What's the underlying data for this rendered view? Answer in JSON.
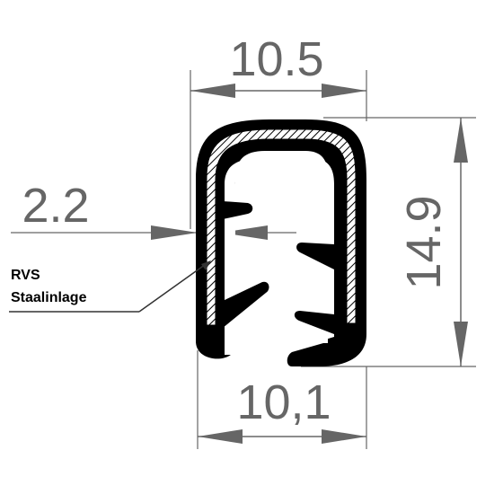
{
  "dimensions": {
    "top_width": "10.5",
    "bottom_width": "10,1",
    "height": "14.9",
    "thickness": "2.2"
  },
  "label": {
    "line1": "RVS",
    "line2": "Staalinlage"
  },
  "colors": {
    "dimension": "#666666",
    "profile": "#000000",
    "background": "#ffffff"
  }
}
